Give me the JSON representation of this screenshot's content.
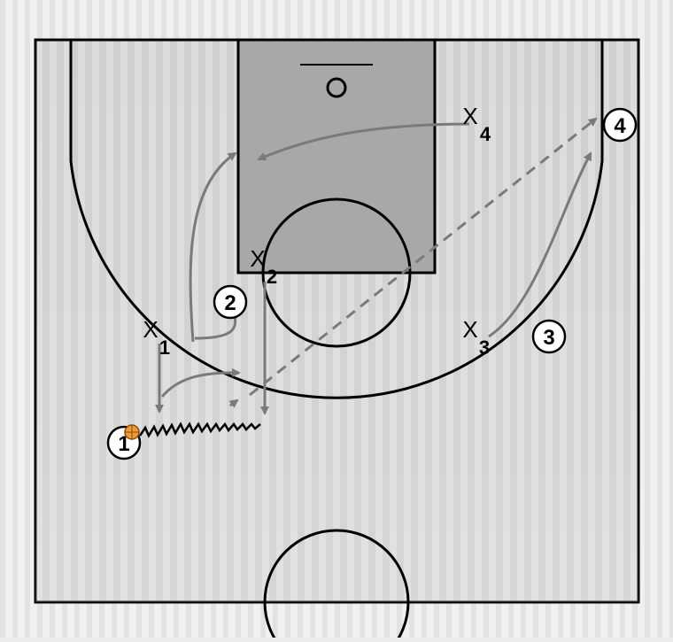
{
  "offense": [
    {
      "id": "player-1",
      "label": "1",
      "has_ball": true
    },
    {
      "id": "player-2",
      "label": "2"
    },
    {
      "id": "player-3",
      "label": "3"
    },
    {
      "id": "player-4",
      "label": "4"
    }
  ],
  "defense": [
    {
      "id": "defender-1",
      "mark": "X",
      "label": "1"
    },
    {
      "id": "defender-2",
      "mark": "X",
      "label": "2"
    },
    {
      "id": "defender-3",
      "mark": "X",
      "label": "3"
    },
    {
      "id": "defender-4",
      "mark": "X",
      "label": "4"
    }
  ],
  "colors": {
    "court_line": "#000000",
    "court_floor": "#d4d4d4",
    "paint": "#a9a9a9",
    "movement_arrow": "#808080",
    "ball": "#f09a30"
  },
  "icons": {
    "ball": "basketball-icon"
  }
}
